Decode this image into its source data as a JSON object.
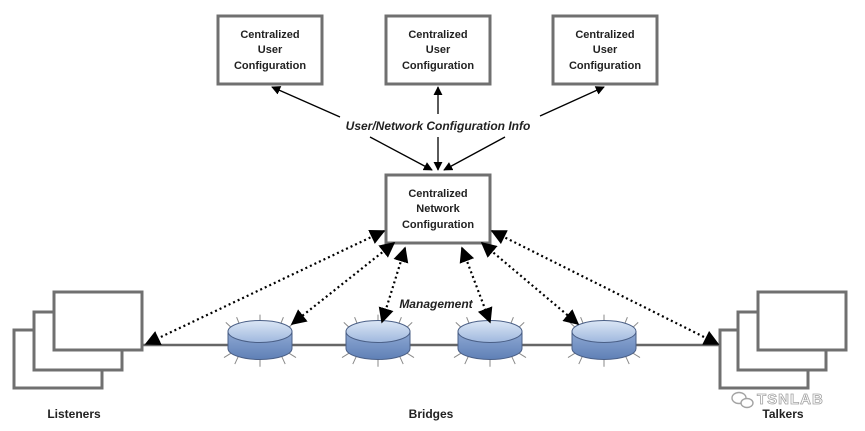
{
  "user_config_boxes": [
    {
      "lines": [
        "Centralized",
        "User",
        "Configuration"
      ]
    },
    {
      "lines": [
        "Centralized",
        "User",
        "Configuration"
      ]
    },
    {
      "lines": [
        "Centralized",
        "User",
        "Configuration"
      ]
    }
  ],
  "network_config_box": {
    "lines": [
      "Centralized",
      "Network",
      "Configuration"
    ]
  },
  "labels": {
    "config_info": "User/Network Configuration Info",
    "management": "Management",
    "listeners": "Listeners",
    "bridges": "Bridges",
    "talkers": "Talkers"
  },
  "watermark": {
    "text": "TSNLAB"
  },
  "colors": {
    "box_border": "#707070",
    "bridge_fill_top": "#c9d9ef",
    "bridge_fill_side": "#7f9fcf",
    "line": "#555555",
    "arrow": "#000000"
  }
}
